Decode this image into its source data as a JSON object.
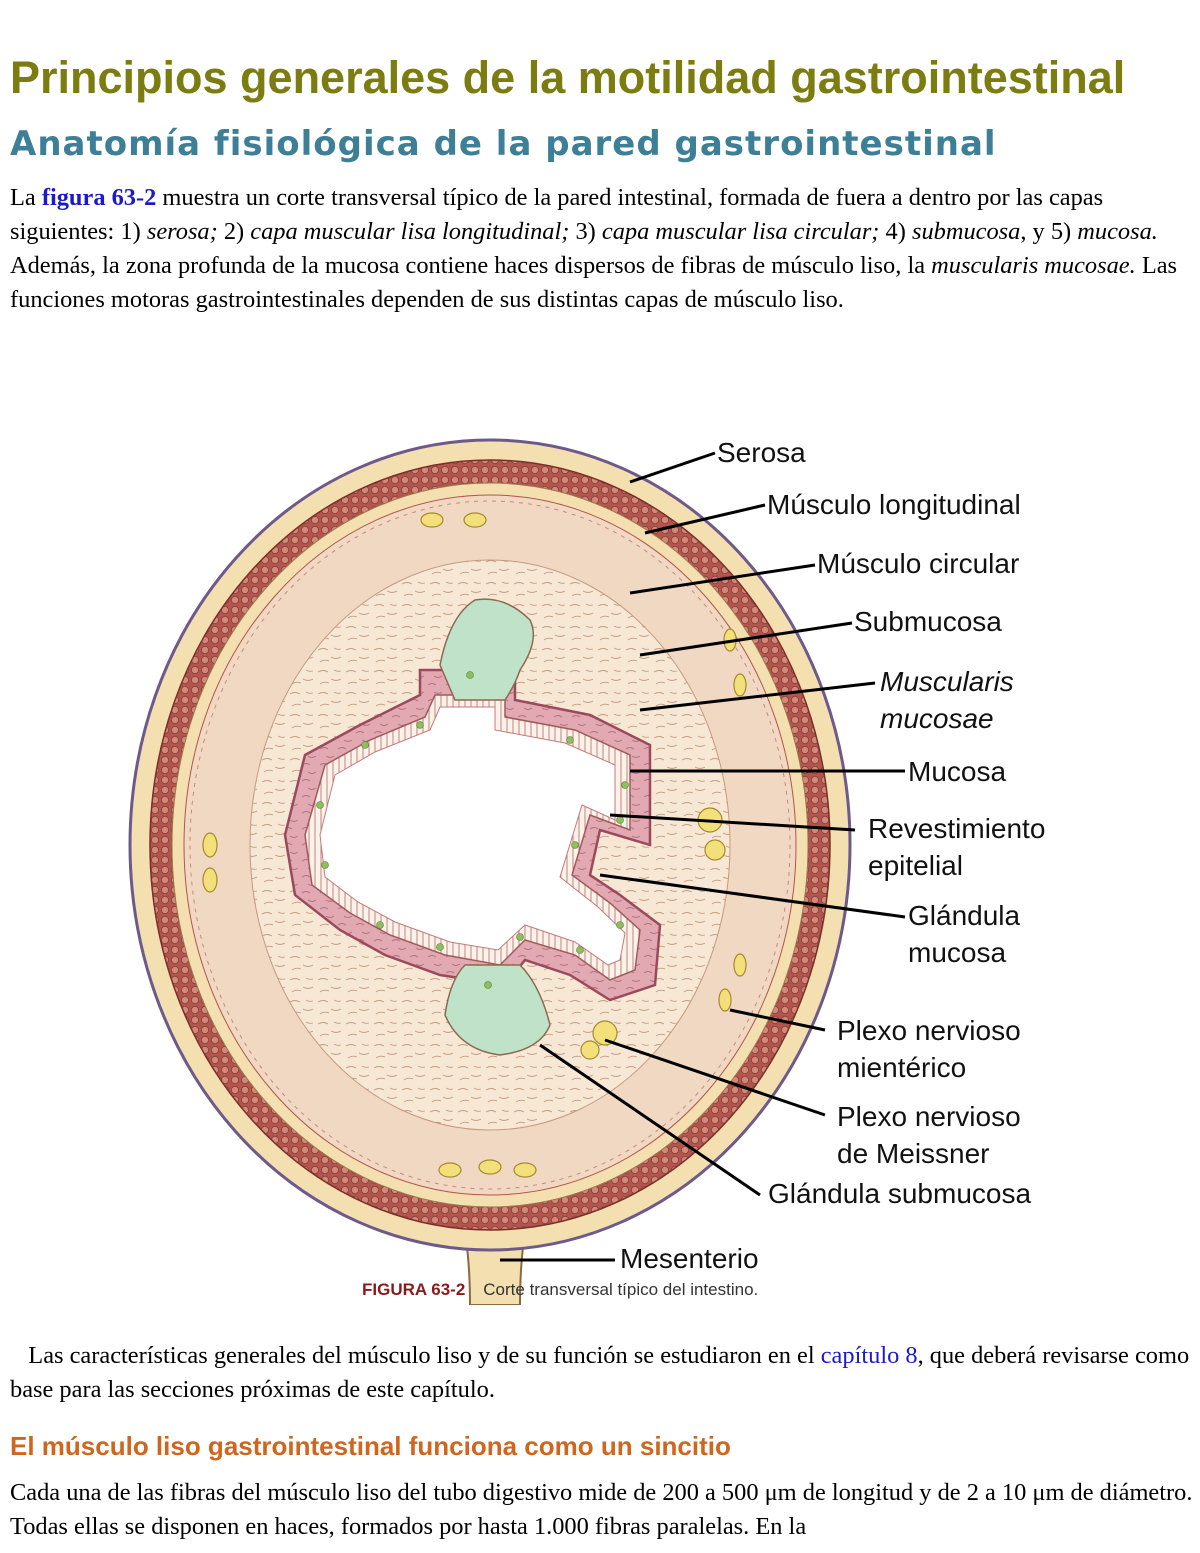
{
  "heading": "Principios generales de la motilidad gastrointestinal",
  "subheading": "Anatomía fisiológica de la pared gastrointestinal",
  "intro": {
    "t1": "La ",
    "link": "figura 63-2",
    "t2": " muestra un corte transversal típico de la pared intestinal, formada de fuera a dentro por las capas siguientes: 1) ",
    "i1": "serosa;",
    "t3": " 2) ",
    "i2": "capa muscular lisa longitudinal;",
    "t4": " 3) ",
    "i3": "capa muscular lisa circular;",
    "t5": " 4) ",
    "i4": "submucosa",
    "t6": ", y 5) ",
    "i5": "mucosa.",
    "t7": " Además, la zona profunda de la mucosa contiene haces dispersos de fibras de músculo liso, la ",
    "i6": "muscularis mucosae.",
    "t8": " Las funciones motoras gastrointestinales dependen de sus distintas capas de músculo liso."
  },
  "figure": {
    "labels": {
      "serosa": "Serosa",
      "musculo_longitudinal": "Músculo longitudinal",
      "musculo_circular": "Músculo circular",
      "submucosa": "Submucosa",
      "muscularis_1": "Muscularis",
      "muscularis_2": "mucosae",
      "mucosa": "Mucosa",
      "revestimiento_1": "Revestimiento",
      "revestimiento_2": "epitelial",
      "glandula_mucosa_1": "Glándula",
      "glandula_mucosa_2": "mucosa",
      "plexo_mienterico_1": "Plexo nervioso",
      "plexo_mienterico_2": "mientérico",
      "plexo_meissner_1": "Plexo nervioso",
      "plexo_meissner_2": "de Meissner",
      "glandula_submucosa": "Glándula submucosa",
      "mesenterio": "Mesenterio"
    },
    "caption_number": "FIGURA 63-2",
    "caption_text": "Corte transversal típico del intestino."
  },
  "para2": {
    "t1": "   Las características generales del músculo liso y de su función se estudiaron en el ",
    "link": "capítulo 8",
    "t2": ", que deberá revisarse como base para las secciones próximas de este capítulo."
  },
  "section_title": "El músculo liso gastrointestinal funciona como un sincitio",
  "para3": "Cada una de las fibras del músculo liso del tubo digestivo mide de 200 a 500 μm de longitud y de 2 a 10 μm de diámetro. Todas ellas se disponen en haces, formados por hasta 1.000 fibras paralelas. En la"
}
